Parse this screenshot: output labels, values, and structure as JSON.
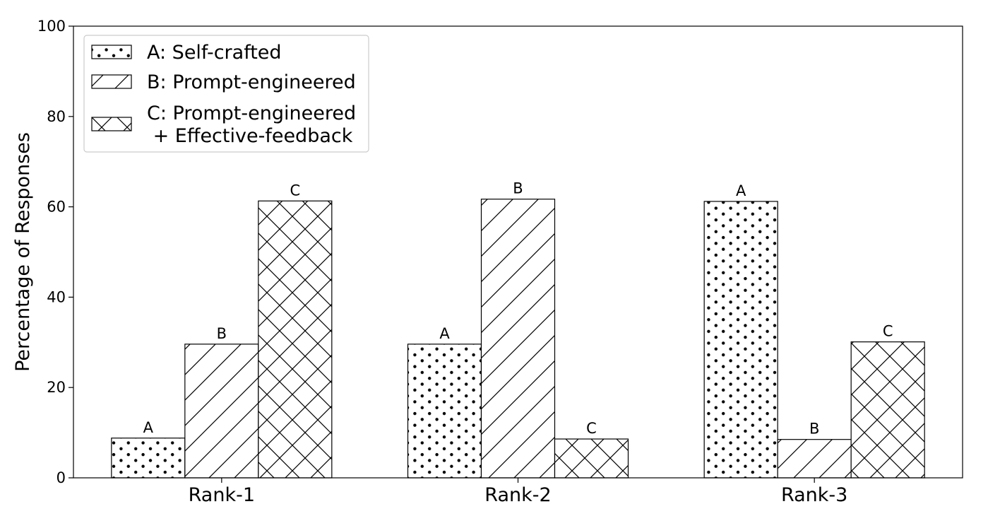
{
  "chart_data": {
    "type": "bar",
    "categories": [
      "Rank-1",
      "Rank-2",
      "Rank-3"
    ],
    "ylabel": "Percentage of Responses",
    "xlabel": "",
    "ylim": [
      0,
      100
    ],
    "yticks": [
      0,
      20,
      40,
      60,
      80,
      100
    ],
    "grid": false,
    "legend_position": "top-left",
    "series": [
      {
        "name": "A: Self-crafted",
        "pattern": "dots",
        "bar_label": "A",
        "values": [
          8.8,
          29.6,
          61.2
        ]
      },
      {
        "name": "B: Prompt-engineered",
        "pattern": "diagonal",
        "bar_label": "B",
        "values": [
          29.6,
          61.7,
          8.5
        ]
      },
      {
        "name": "C: Prompt-engineered\n + Effective-feedback",
        "name_lines": [
          "C: Prompt-engineered",
          " + Effective-feedback"
        ],
        "pattern": "crosshatch",
        "bar_label": "C",
        "values": [
          61.3,
          8.6,
          30.1
        ]
      }
    ]
  }
}
